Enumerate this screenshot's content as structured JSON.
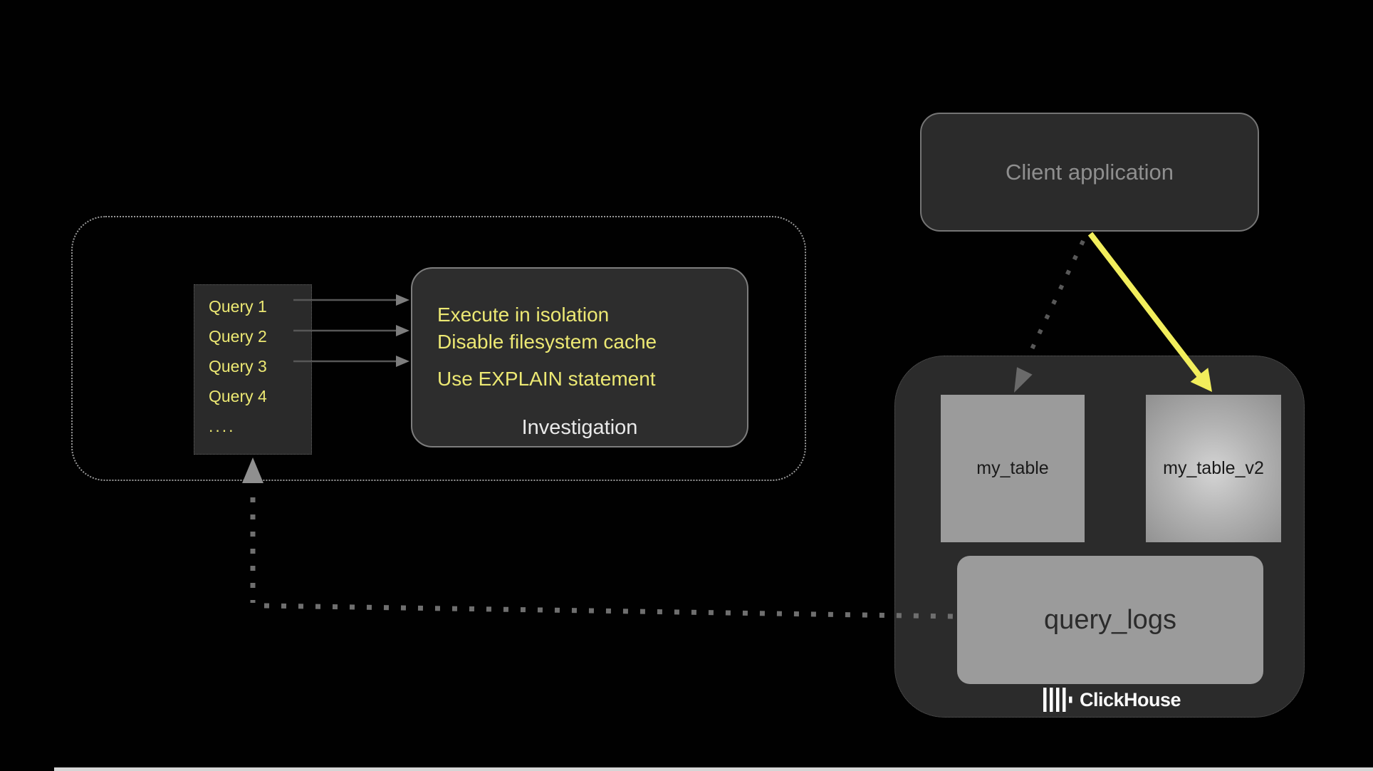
{
  "palette": {
    "background": "#000000",
    "panel_fill": "#2b2b2b",
    "accent_yellow": "#ece873",
    "arrow_yellow": "#f2ee5c",
    "table_gray": "#9b9b9b",
    "muted_text": "#8f8f8f",
    "brand_white": "#fafafa"
  },
  "investigation_panel": {
    "queries": [
      "Query 1",
      "Query 2",
      "Query 3",
      "Query 4",
      "...."
    ],
    "tips": [
      "Execute in isolation",
      "Disable filesystem cache",
      "Use EXPLAIN statement"
    ],
    "title": "Investigation"
  },
  "client": {
    "label": "Client application"
  },
  "clickhouse": {
    "brand": "ClickHouse",
    "tables": [
      "my_table",
      "my_table_v2"
    ],
    "logs_table": "query_logs"
  }
}
